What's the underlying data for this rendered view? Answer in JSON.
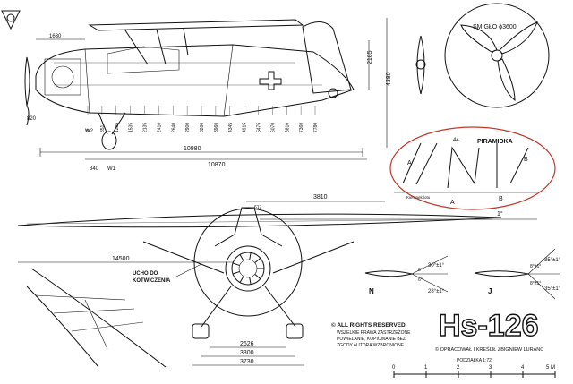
{
  "propeller": {
    "label": "ŚMIGŁO ϕ3600"
  },
  "piramidka": {
    "title": "PIRAMIDKA",
    "width_label": "44",
    "marks": [
      "A",
      "B",
      "A",
      "B"
    ],
    "note": "Kierunek lotu"
  },
  "side_view": {
    "dimensions": {
      "span_total": "10980",
      "span_fuselage": "10870",
      "height_wing": "2185",
      "height_total": "4380",
      "nose_offset": "1630",
      "station_a": "820",
      "station_b": "340",
      "wheel_w1": "W1",
      "wheel_w2": "W2"
    },
    "frame_stations": [
      "Ø",
      "851",
      "1285",
      "1535",
      "2135",
      "2410",
      "2640",
      "2900",
      "3260",
      "3960",
      "4345",
      "4915",
      "5475",
      "6070",
      "6810",
      "7360",
      "7780"
    ]
  },
  "front_view": {
    "dimensions": {
      "wing_half_span": "3810",
      "wing_root": "617",
      "fuselage_width": "14500",
      "dihedral": "1°",
      "track_a": "2626",
      "track_b": "3300",
      "track_c": "3730"
    },
    "mooring_label": "UCHO DO\nKOTWICZENIA"
  },
  "incidence_views": {
    "N": {
      "label": "N",
      "top": "30°±1°",
      "bottom": "28°±1°",
      "a": "6°",
      "b": "6°"
    },
    "J": {
      "label": "J",
      "top": "35°±1°",
      "bottom": "35°±1°",
      "a": "8°±1°",
      "b": "8°±1°"
    }
  },
  "title_block": {
    "rights": "© ALL RIGHTS RESERVED",
    "rights_sub": [
      "WSZELKIE PRAWA ZASTRZEŻONE",
      "POWIELANIE, KOPIOWANIE BEZ",
      "ZGODY AUTORA WZBRONIONE"
    ],
    "model": "Hs-126",
    "author": "© OPRACOWAŁ I KREŚLIŁ ZBIGNIEW LURANC",
    "scale": "PODZIAŁKA 1:72",
    "scale_ticks": [
      "0",
      "1",
      "2",
      "3",
      "4",
      "5 M"
    ]
  }
}
